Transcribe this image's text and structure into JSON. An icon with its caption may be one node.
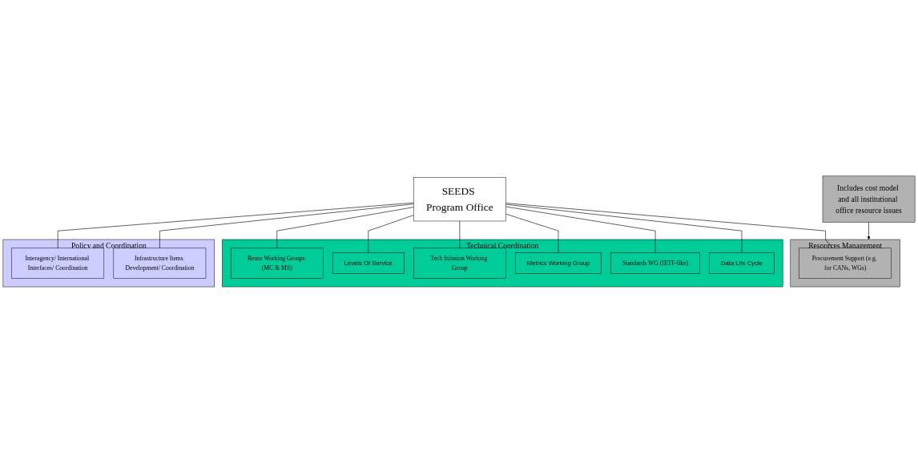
{
  "diagram": {
    "nodes": [
      {
        "text": [
          "Includes cost model and all institutional office resource issues"
        ]
      },
      {
        "text": [
          "SEEDS Program Office"
        ]
      },
      {
        "text": [
          "Resources Management"
        ]
      },
      {
        "text": [
          "Procurement Support (e.g. for CANs, WGs)"
        ],
        "in": 2
      },
      {
        "text": [
          "Technical Coordination"
        ]
      },
      {
        "text": [
          "Reuse Working Groups (MC & MS)"
        ],
        "in": 4
      },
      {
        "text": [
          "Levels Of Service"
        ],
        "in": 4
      },
      {
        "text": [
          "Tech Infusion Working Group"
        ],
        "in": 4
      },
      {
        "text": [
          "Metrics Working Group"
        ],
        "in": 4
      },
      {
        "text": [
          "Standards WG (IETF-like)"
        ],
        "in": 4
      },
      {
        "text": [
          "Data Life Cycle"
        ],
        "in": 4
      },
      {
        "text": [
          "Policy and Coordination"
        ]
      },
      {
        "text": [
          "Interagency/ International Interfaces/ Coordination"
        ],
        "in": 11
      },
      {
        "text": [
          "Infrastructure Items Development/ Coordination"
        ],
        "in": 11
      }
    ],
    "edges": [
      {
        "from": 0,
        "to": 2,
        "arrow": "to"
      },
      {
        "from": 1,
        "to": 3,
        "arrow": "none"
      },
      {
        "from": 1,
        "to": 5,
        "arrow": "none"
      },
      {
        "from": 1,
        "to": 6,
        "arrow": "none"
      },
      {
        "from": 1,
        "to": 7,
        "arrow": "none"
      },
      {
        "from": 1,
        "to": 8,
        "arrow": "none"
      },
      {
        "from": 1,
        "to": 9,
        "arrow": "none"
      },
      {
        "from": 1,
        "to": 10,
        "arrow": "none"
      },
      {
        "from": 1,
        "to": 12,
        "arrow": "none"
      },
      {
        "from": 1,
        "to": 13,
        "arrow": "none"
      }
    ]
  }
}
